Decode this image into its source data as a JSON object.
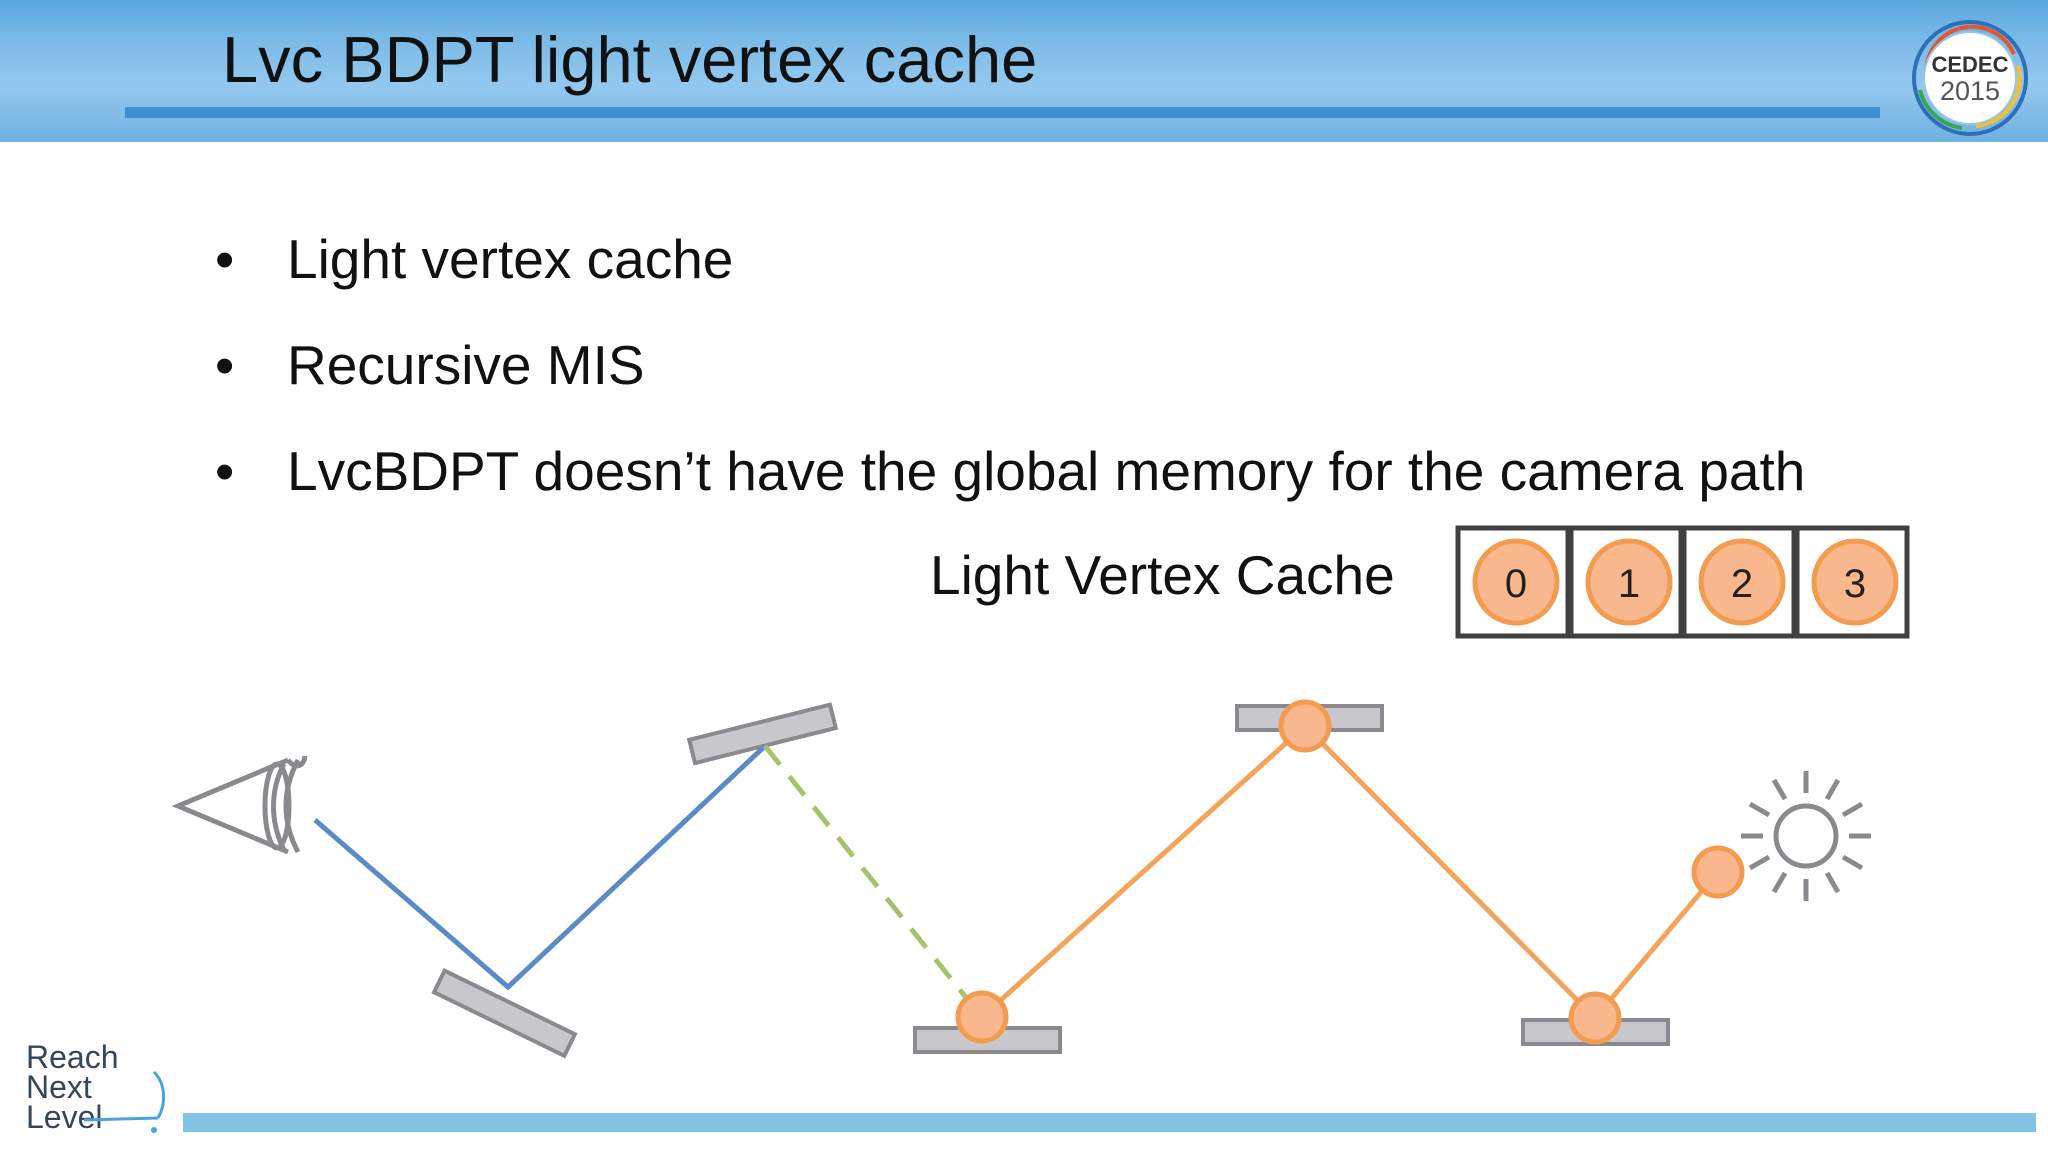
{
  "slide": {
    "title": "Lvc BDPT light vertex cache",
    "bullets": [
      "Light vertex cache",
      "Recursive MIS",
      "LvcBDPT doesn’t have the global memory for the camera path"
    ],
    "bullet_char": "•"
  },
  "logos": {
    "cedec_line1": "CEDEC",
    "cedec_year": "2015",
    "footer_lines": [
      "Reach",
      "Next",
      "Level"
    ]
  },
  "diagram": {
    "cache_label": "Light Vertex Cache",
    "cache_slots": [
      "0",
      "1",
      "2",
      "3"
    ],
    "colors": {
      "camera_path": "#5b8bc6",
      "connection": "#a8c26b",
      "light_path": "#f4a35a",
      "vertex_fill": "#f8b78c",
      "vertex_stroke": "#f39b4e",
      "surface": "#c8c8cc",
      "surface_stroke": "#8a8a8e"
    },
    "icons": [
      "eye-icon",
      "sun-icon"
    ]
  }
}
